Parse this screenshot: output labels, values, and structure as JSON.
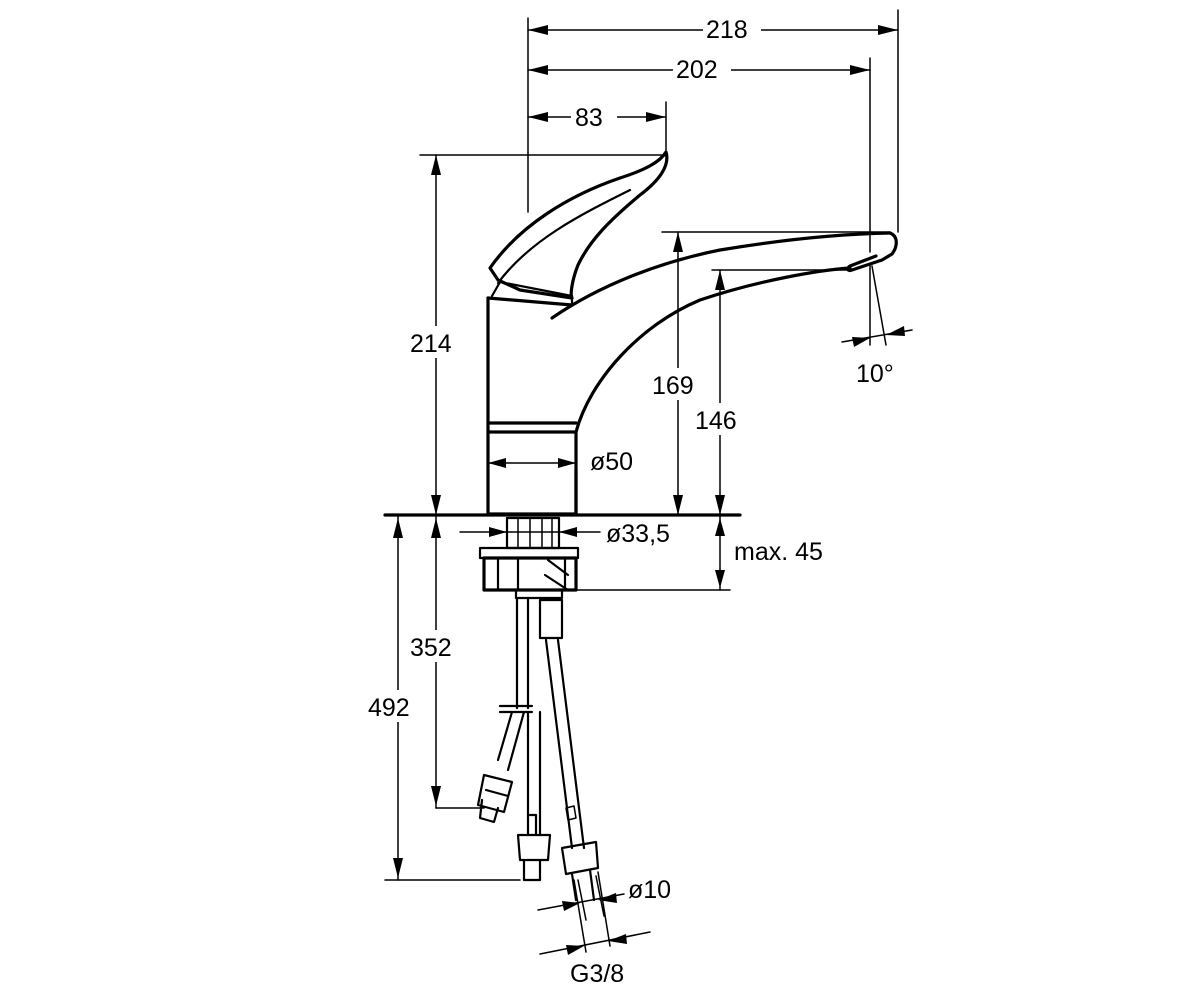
{
  "dimensions": {
    "total_reach": "218",
    "spout_reach": "202",
    "lever_offset": "83",
    "total_height": "214",
    "spout_top_height": "169",
    "spout_outlet_height": "146",
    "spray_angle": "10°",
    "body_diameter": "ø50",
    "shank_diameter": "ø33,5",
    "max_deck_thickness": "max. 45",
    "below_deck_length": "352",
    "overall_length": "492",
    "hose_diameter": "ø10",
    "connection_thread": "G3/8"
  },
  "colors": {
    "line": "#000000",
    "background": "#ffffff"
  }
}
